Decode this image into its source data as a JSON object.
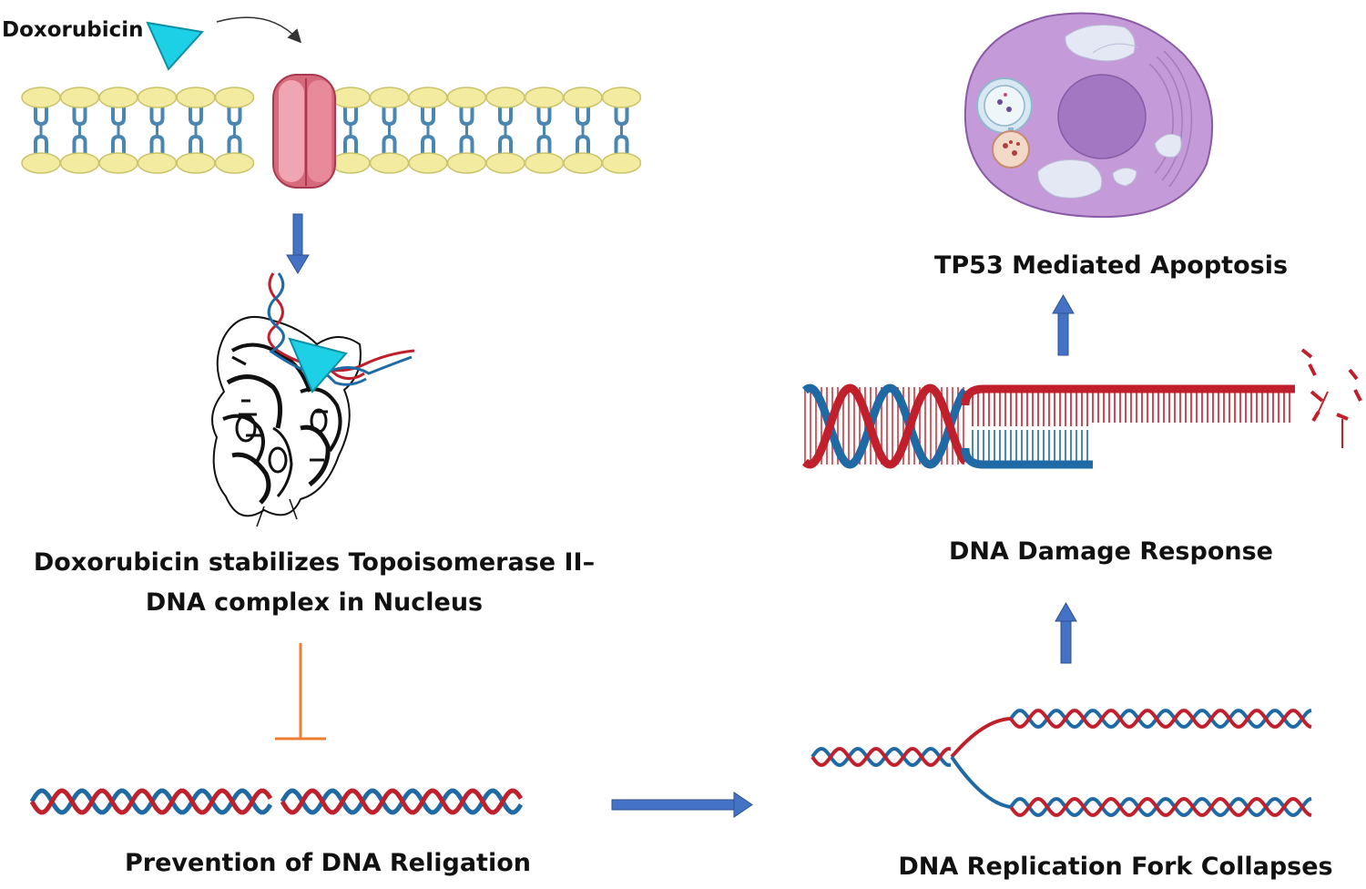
{
  "labels": {
    "doxorubicin": "Doxorubicin",
    "stabilizes_line1": "Doxorubicin stabilizes Topoisomerase II–",
    "stabilizes_line2": "DNA complex in Nucleus",
    "prevention": "Prevention of DNA Religation",
    "fork_collapse": "DNA Replication Fork Collapses",
    "damage_response": "DNA Damage Response",
    "apoptosis": "TP53 Mediated Apoptosis"
  },
  "colors": {
    "drug": "#1ed0e6",
    "membrane_head": "#f2eba0",
    "membrane_tail": "#4a86b0",
    "channel": "#e0808e",
    "arrow": "#4472c4",
    "inhibition": "#ed7d31",
    "dna_red": "#c0202c",
    "dna_blue": "#1f6aa5",
    "cell_body": "#c49ad8",
    "nucleus": "#a477c2"
  },
  "icons": {
    "drug": "triangle-icon",
    "channel": "membrane-channel-icon",
    "protein": "topoisomerase-icon",
    "cell": "apoptotic-cell-icon"
  }
}
